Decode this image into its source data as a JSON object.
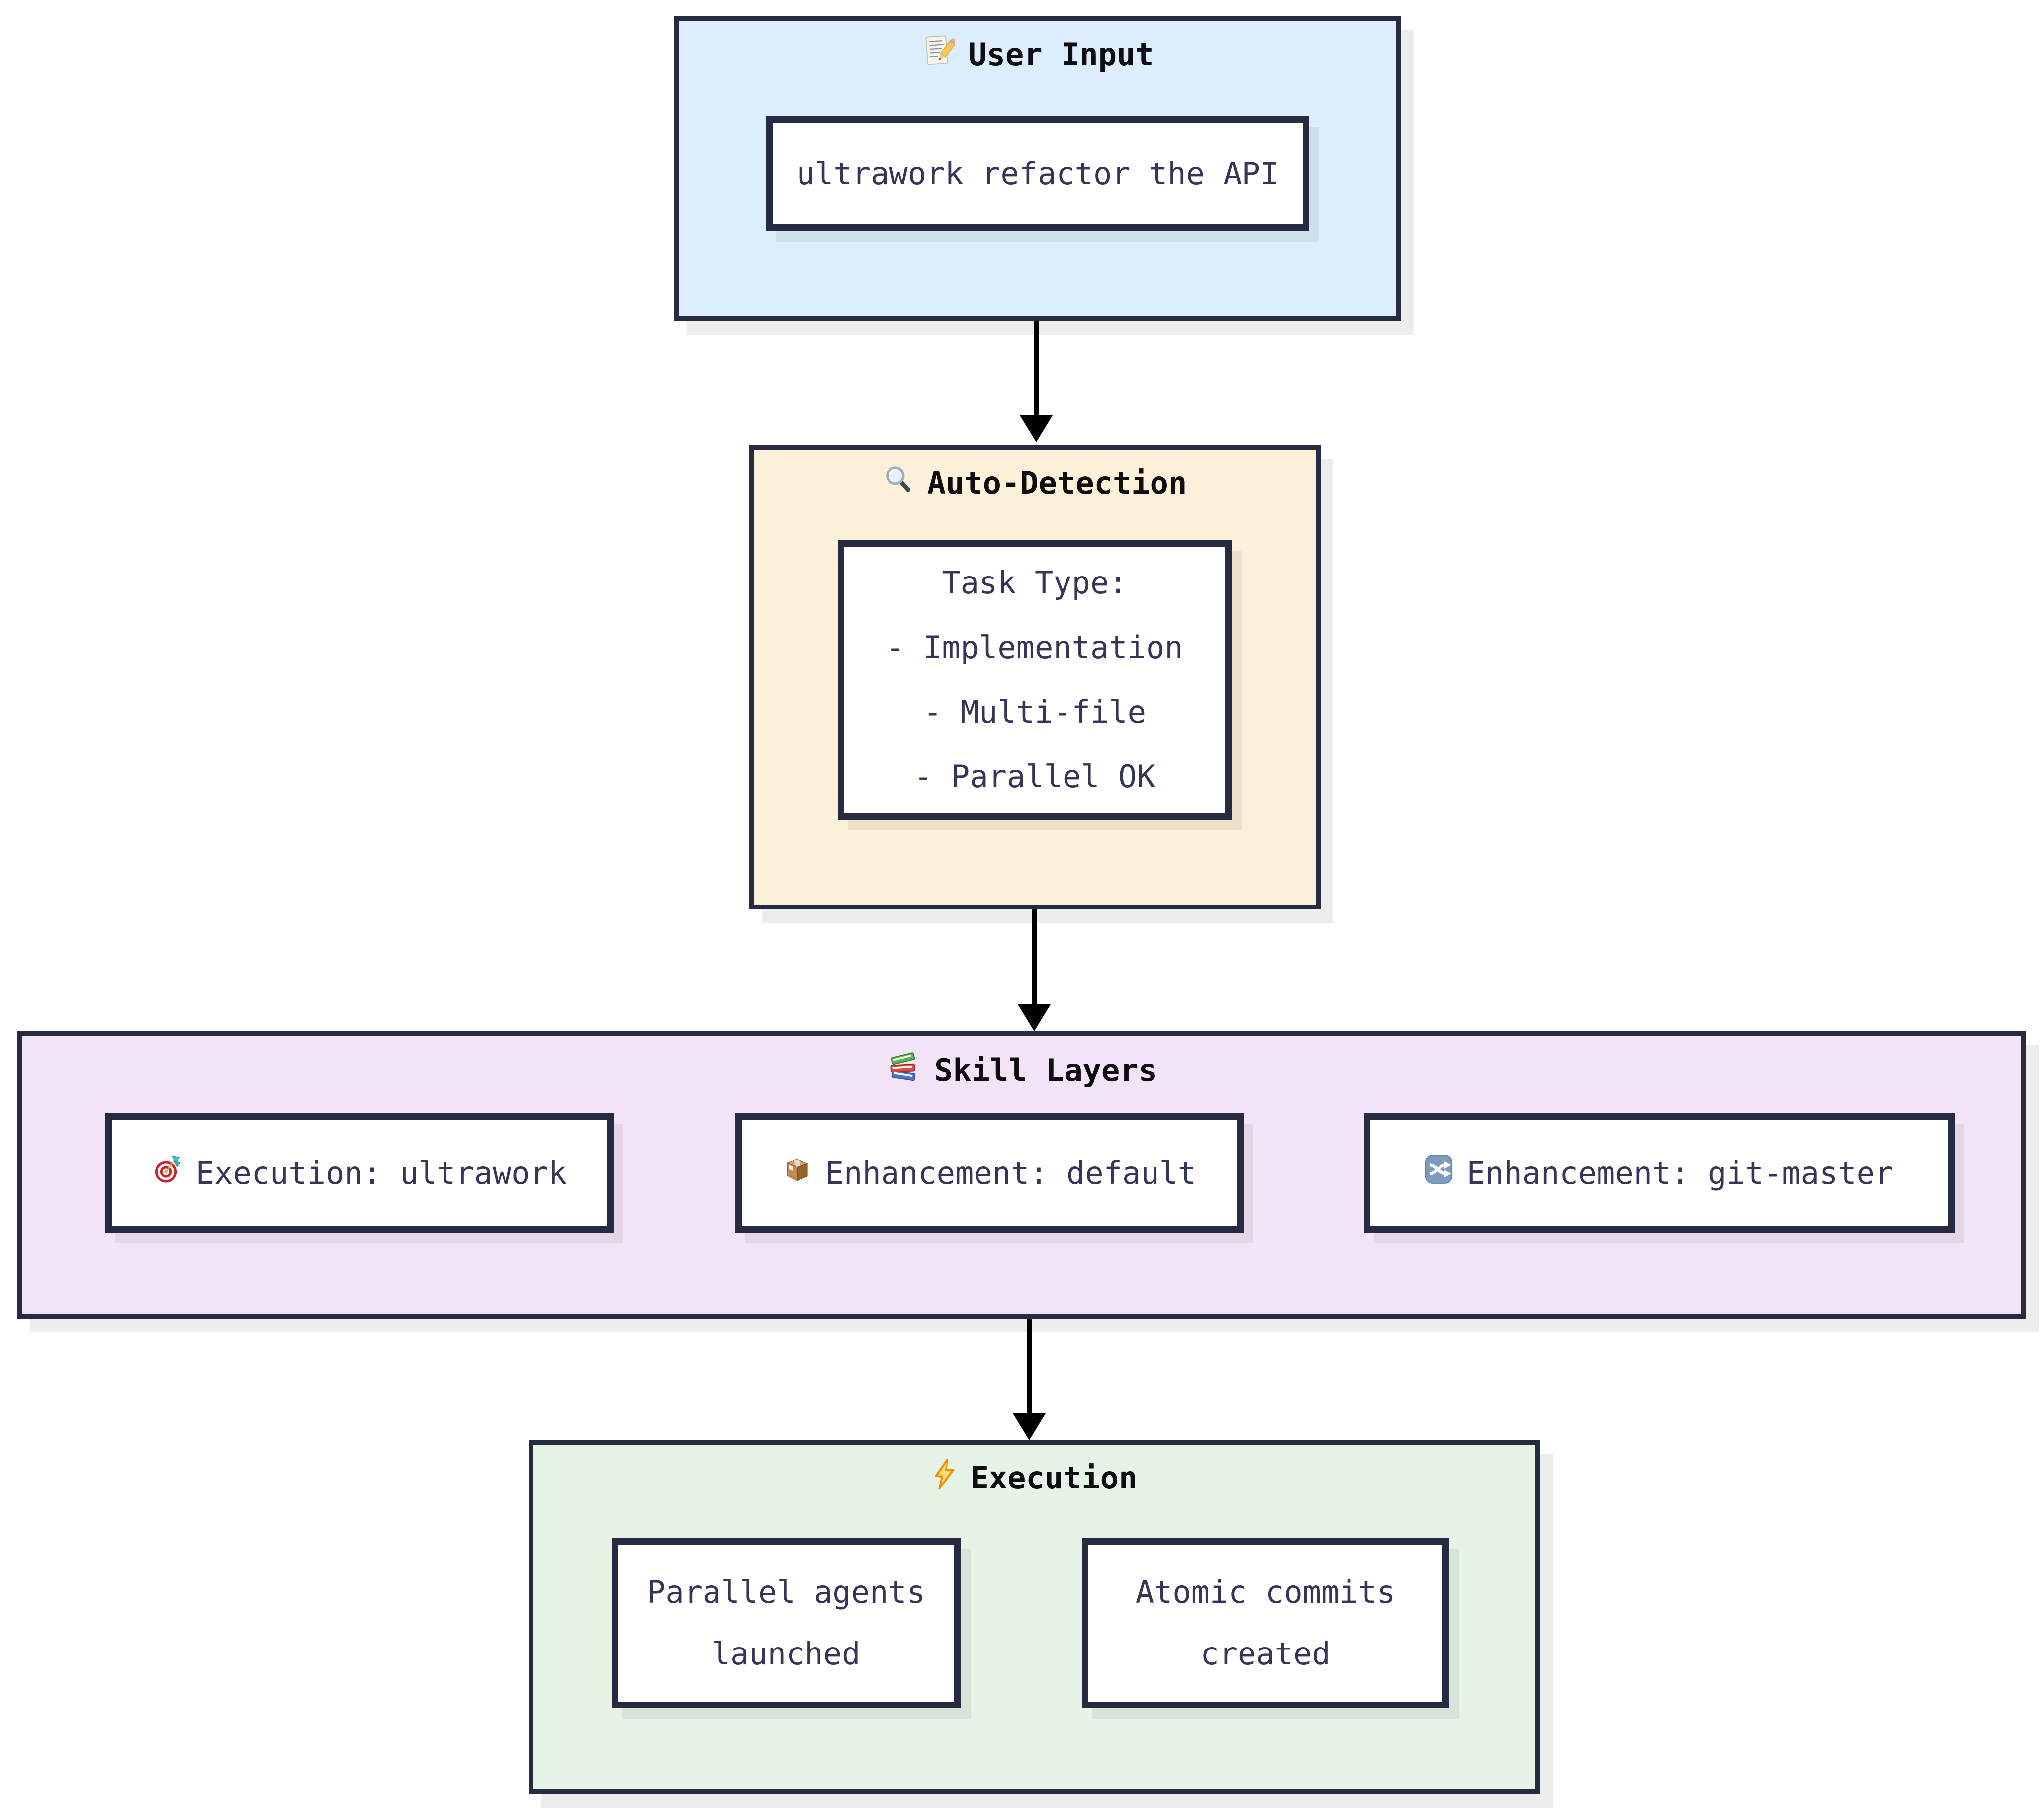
{
  "diagram_type": "flowchart",
  "palette": {
    "page_background": "#ffffff",
    "section_border": "#272b42",
    "node_border": "#272b42",
    "node_background": "#ffffff",
    "node_text": "#35355a",
    "title_text": "#0d0d12",
    "arrow": "#000000",
    "user_input_bg": "#dceefb",
    "auto_detection_bg": "#fdf0d9",
    "skill_layers_bg": "#f3e3f6",
    "execution_bg": "#e6f3e7"
  },
  "sections": [
    {
      "id": "user-input",
      "icon": "memo-icon",
      "title": "User Input",
      "nodes": [
        {
          "label": "ultrawork refactor the API"
        }
      ]
    },
    {
      "id": "auto-detection",
      "icon": "magnifier-icon",
      "title": "Auto-Detection",
      "nodes": [
        {
          "lines": [
            "Task Type:",
            "- Implementation",
            "- Multi-file",
            "- Parallel OK"
          ]
        }
      ]
    },
    {
      "id": "skill-layers",
      "icon": "books-icon",
      "title": "Skill Layers",
      "nodes": [
        {
          "icon": "target-icon",
          "label": "Execution: ultrawork"
        },
        {
          "icon": "package-icon",
          "label": "Enhancement: default"
        },
        {
          "icon": "shuffle-icon",
          "label": "Enhancement: git-master"
        }
      ]
    },
    {
      "id": "execution",
      "icon": "lightning-icon",
      "title": "Execution",
      "nodes": [
        {
          "lines": [
            "Parallel agents",
            "launched"
          ]
        },
        {
          "lines": [
            "Atomic commits",
            "created"
          ]
        }
      ]
    }
  ],
  "arrows": [
    {
      "from": "user-input",
      "to": "auto-detection"
    },
    {
      "from": "auto-detection",
      "to": "skill-layers"
    },
    {
      "from": "skill-layers",
      "to": "execution"
    }
  ]
}
